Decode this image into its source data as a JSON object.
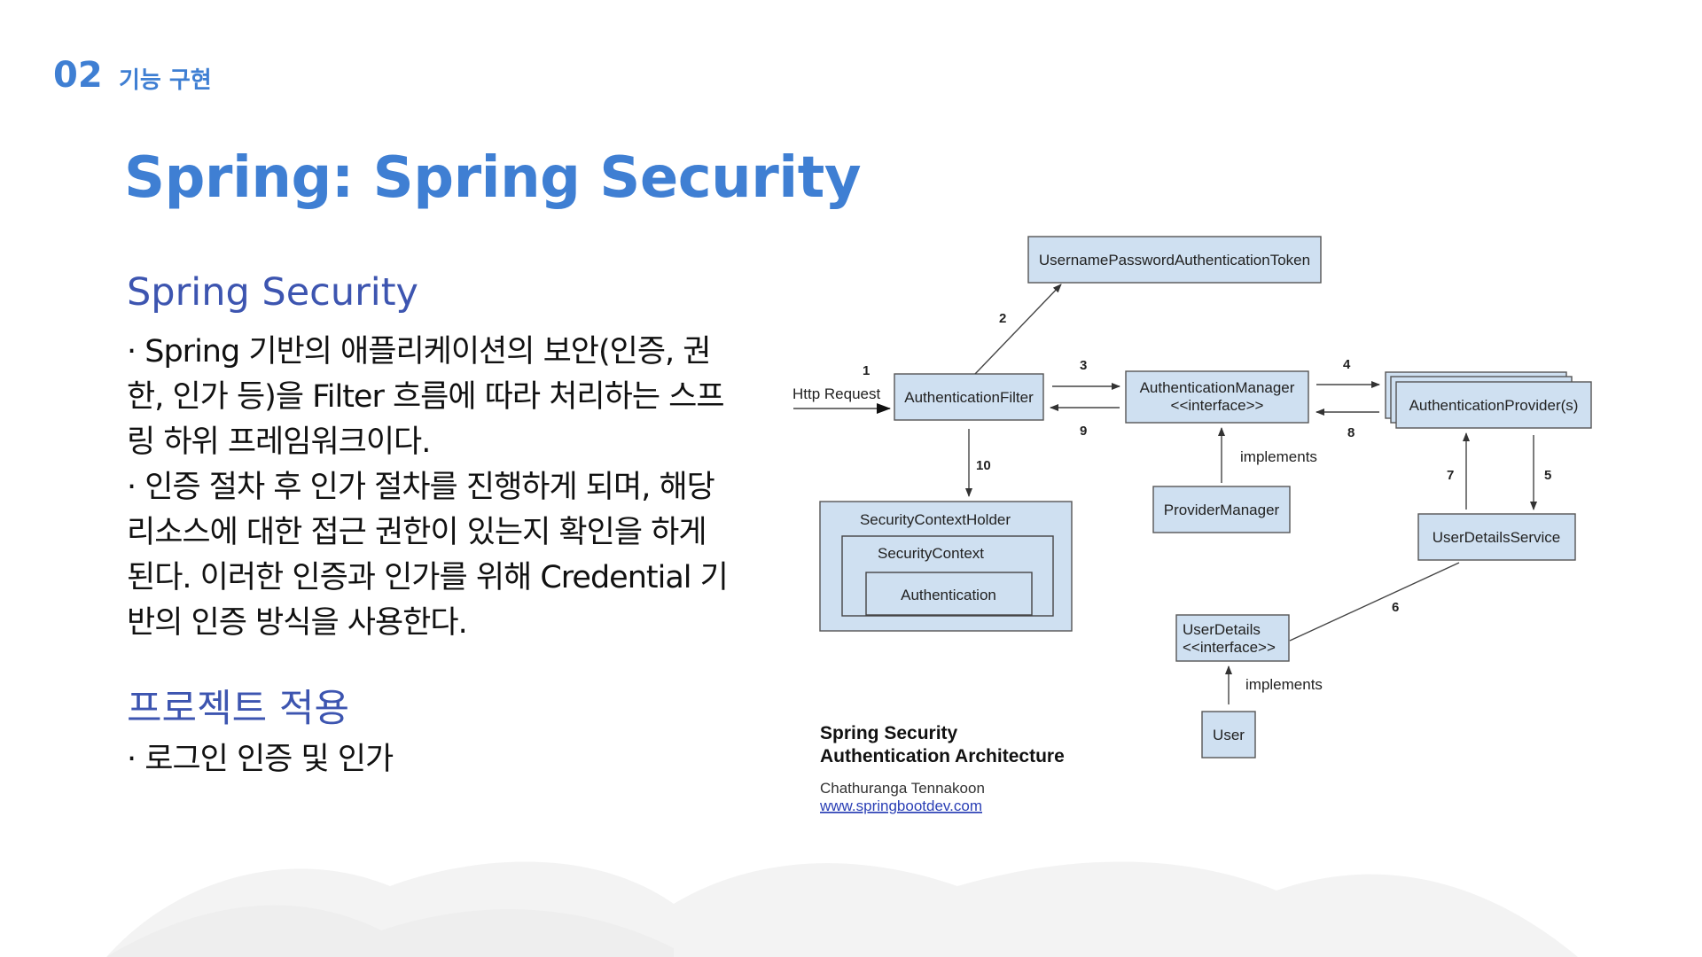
{
  "header": {
    "section_number": "02",
    "section_label": "기능 구현"
  },
  "page_title": "Spring: Spring Security",
  "sections": [
    {
      "heading": "Spring Security",
      "paragraphs": [
        "· Spring 기반의 애플리케이션의 보안(인증, 권한, 인가 등)을 Filter 흐름에 따라 처리하는 스프링 하위 프레임워크이다.",
        "· 인증 절차 후 인가 절차를 진행하게 되며, 해당 리소스에 대한 접근 권한이 있는지 확인을 하게 된다. 이러한 인증과 인가를 위해 Credential 기반의 인증 방식을 사용한다."
      ]
    },
    {
      "heading": "프로젝트 적용",
      "paragraphs": [
        "· 로그인 인증 및 인가"
      ]
    }
  ],
  "diagram": {
    "nodes": {
      "token": "UsernamePasswordAuthenticationToken",
      "filter": "AuthenticationFilter",
      "manager_line1": "AuthenticationManager",
      "manager_line2": "<<interface>>",
      "providers": "AuthenticationProvider(s)",
      "provider_manager": "ProviderManager",
      "user_details_service": "UserDetailsService",
      "context_holder": "SecurityContextHolder",
      "context": "SecurityContext",
      "authentication": "Authentication",
      "user_details_line1": "UserDetails",
      "user_details_line2": "<<interface>>",
      "user": "User"
    },
    "labels": {
      "http_request": "Http Request",
      "implements": "implements",
      "step_numbers": [
        "1",
        "2",
        "3",
        "4",
        "5",
        "6",
        "7",
        "8",
        "9",
        "10"
      ]
    },
    "caption": {
      "title_line1": "Spring Security",
      "title_line2": "Authentication Architecture",
      "author": "Chathuranga Tennakoon",
      "link": "www.springbootdev.com"
    }
  },
  "colors": {
    "accent": "#3f7fd3",
    "heading": "#3d55b0",
    "diagram_box": "#cfe0f1"
  }
}
